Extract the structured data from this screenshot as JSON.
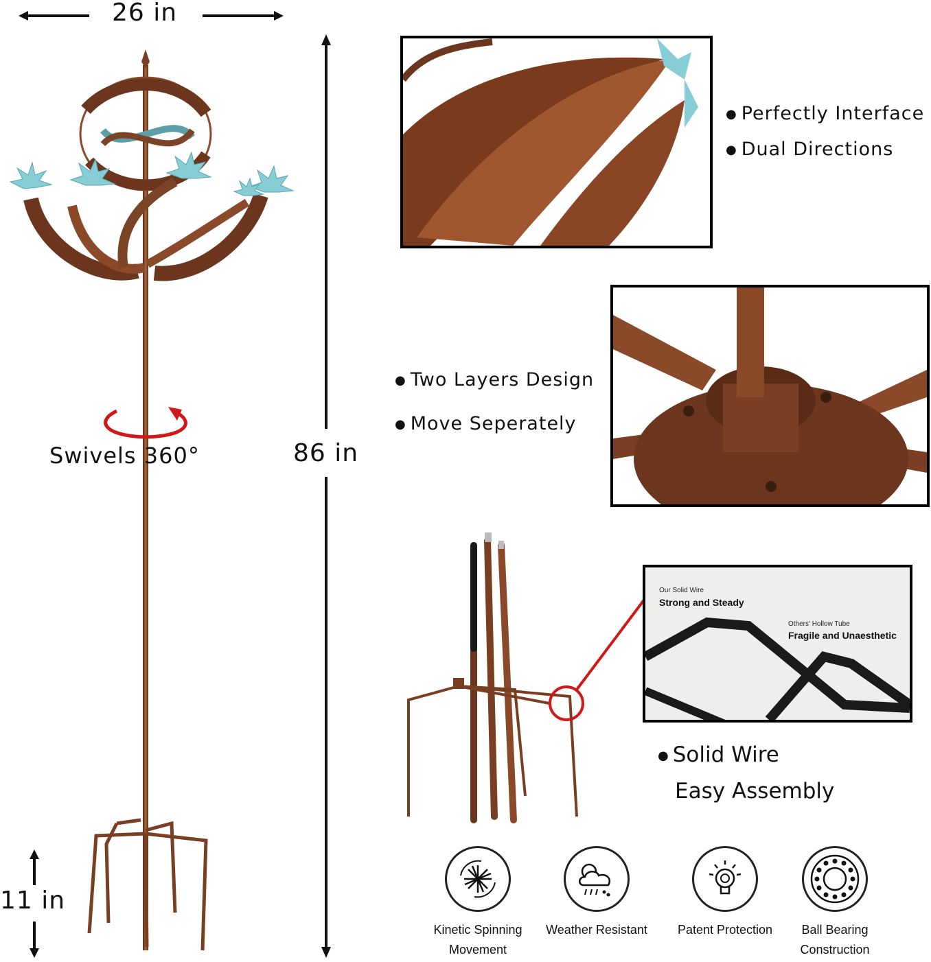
{
  "dimensions": {
    "width_label": "26 in",
    "height_label": "86 in",
    "stake_label": "11 in",
    "swivel_label": "Swivels 360°"
  },
  "bullets": {
    "top": [
      "Perfectly Interface",
      "Dual Directions"
    ],
    "middle": [
      "Two Layers Design",
      "Move Seperately"
    ],
    "bottom_line1": "Solid Wire",
    "bottom_line2": "Easy Assembly"
  },
  "wire_compare": {
    "ours_small": "Our Solid Wire",
    "ours_big": "Strong and Steady",
    "others_small": "Others' Hollow Tube",
    "others_big": "Fragile and Unaesthetic"
  },
  "features": [
    {
      "icon": "kinetic-spinning-icon",
      "line1": "Kinetic Spinning",
      "line2": "Movement"
    },
    {
      "icon": "weather-resistant-icon",
      "line1": "Weather Resistant",
      "line2": ""
    },
    {
      "icon": "patent-protection-icon",
      "line1": "Patent Protection",
      "line2": ""
    },
    {
      "icon": "ball-bearing-icon",
      "line1": "Ball Bearing",
      "line2": "Construction"
    }
  ],
  "colors": {
    "copper": "#8a4a2a",
    "patina": "#7fc3cf",
    "accent_red": "#d01818"
  }
}
